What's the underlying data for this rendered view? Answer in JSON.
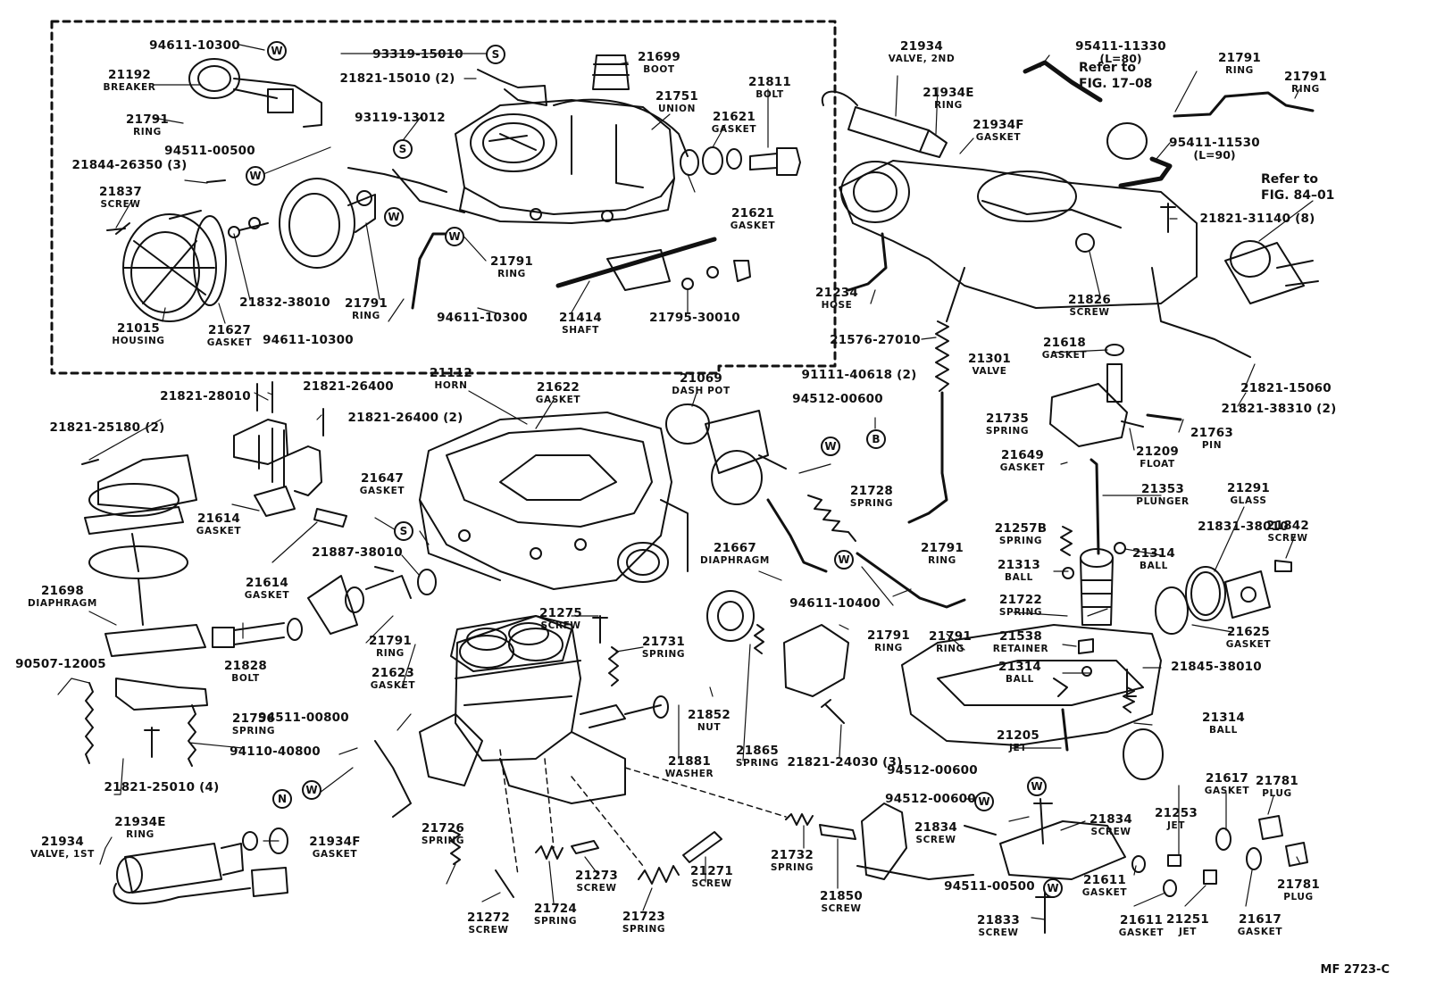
{
  "diagram_code": "MF 2723-C",
  "symbols": {
    "W": "W",
    "S": "S",
    "B": "B",
    "N": "N"
  },
  "refs": {
    "fig17": "Refer to\nFIG. 17–08",
    "fig84": "Refer to\nFIG. 84–01"
  },
  "labels": [
    {
      "pn": "94611-10300"
    },
    {
      "pn": "21192",
      "nm": "BREAKER"
    },
    {
      "pn": "21791",
      "nm": "RING"
    },
    {
      "pn": "21844-26350 (3)"
    },
    {
      "pn": "21837",
      "nm": "SCREW"
    },
    {
      "pn": "94511-00500"
    },
    {
      "pn": "21015",
      "nm": "HOUSING"
    },
    {
      "pn": "21627",
      "nm": "GASKET"
    },
    {
      "pn": "21832-38010"
    },
    {
      "pn": "21791",
      "nm": "RING"
    },
    {
      "pn": "94611-10300"
    },
    {
      "pn": "93319-15010"
    },
    {
      "pn": "21821-15010 (2)"
    },
    {
      "pn": "93119-13012"
    },
    {
      "pn": "21699",
      "nm": "BOOT"
    },
    {
      "pn": "21751",
      "nm": "UNION"
    },
    {
      "pn": "21811",
      "nm": "BOLT"
    },
    {
      "pn": "21621",
      "nm": "GASKET"
    },
    {
      "pn": "21621",
      "nm": "GASKET"
    },
    {
      "pn": "21791",
      "nm": "RING"
    },
    {
      "pn": "94611-10300"
    },
    {
      "pn": "21414",
      "nm": "SHAFT"
    },
    {
      "pn": "21795-30010"
    },
    {
      "pn": "21934",
      "nm": "VALVE, 2ND"
    },
    {
      "pn": "21934E",
      "nm": "RING"
    },
    {
      "pn": "95411-11330",
      "sub": "(L=80)"
    },
    {
      "pn": "21934F",
      "nm": "GASKET"
    },
    {
      "pn": "21791",
      "nm": "RING"
    },
    {
      "pn": "21791",
      "nm": "RING"
    },
    {
      "pn": "95411-11530",
      "sub": "(L=90)"
    },
    {
      "pn": "21821-31140 (8)"
    },
    {
      "pn": "21234",
      "nm": "HOSE"
    },
    {
      "pn": "21826",
      "nm": "SCREW"
    },
    {
      "pn": "21576-27010"
    },
    {
      "pn": "21301",
      "nm": "VALVE"
    },
    {
      "pn": "21618",
      "nm": "GASKET"
    },
    {
      "pn": "21821-15060"
    },
    {
      "pn": "21821-38310 (2)"
    },
    {
      "pn": "21112",
      "nm": "HORN"
    },
    {
      "pn": "21821-28010"
    },
    {
      "pn": "21821-26400"
    },
    {
      "pn": "21821-26400 (2)"
    },
    {
      "pn": "21622",
      "nm": "GASKET"
    },
    {
      "pn": "21069",
      "nm": "DASH POT"
    },
    {
      "pn": "91111-40618 (2)"
    },
    {
      "pn": "94512-00600"
    },
    {
      "pn": "21735",
      "nm": "SPRING"
    },
    {
      "pn": "21763",
      "nm": "PIN"
    },
    {
      "pn": "21209",
      "nm": "FLOAT"
    },
    {
      "pn": "21649",
      "nm": "GASKET"
    },
    {
      "pn": "21353",
      "nm": "PLUNGER"
    },
    {
      "pn": "21291",
      "nm": "GLASS"
    },
    {
      "pn": "21821-25180 (2)"
    },
    {
      "pn": "21614",
      "nm": "GASKET"
    },
    {
      "pn": "21614",
      "nm": "GASKET"
    },
    {
      "pn": "21647",
      "nm": "GASKET"
    },
    {
      "pn": "21887-38010"
    },
    {
      "pn": "21728",
      "nm": "SPRING"
    },
    {
      "pn": "21791",
      "nm": "RING"
    },
    {
      "pn": "21257B",
      "nm": "SPRING"
    },
    {
      "pn": "21831-38010"
    },
    {
      "pn": "21842",
      "nm": "SCREW"
    },
    {
      "pn": "21314",
      "nm": "BALL"
    },
    {
      "pn": "21313",
      "nm": "BALL"
    },
    {
      "pn": "21698",
      "nm": "DIAPHRAGM"
    },
    {
      "pn": "21667",
      "nm": "DIAPHRAGM"
    },
    {
      "pn": "94611-10400"
    },
    {
      "pn": "21722",
      "nm": "SPRING"
    },
    {
      "pn": "21625",
      "nm": "GASKET"
    },
    {
      "pn": "21275",
      "nm": "SCREW"
    },
    {
      "pn": "21731",
      "nm": "SPRING"
    },
    {
      "pn": "21791",
      "nm": "RING"
    },
    {
      "pn": "21828",
      "nm": "BOLT"
    },
    {
      "pn": "21623",
      "nm": "GASKET"
    },
    {
      "pn": "21791",
      "nm": "RING"
    },
    {
      "pn": "21791",
      "nm": "RING"
    },
    {
      "pn": "21538",
      "nm": "RETAINER"
    },
    {
      "pn": "21845-38010"
    },
    {
      "pn": "90507-12005"
    },
    {
      "pn": "21756",
      "nm": "SPRING"
    },
    {
      "pn": "94511-00800"
    },
    {
      "pn": "21852",
      "nm": "NUT"
    },
    {
      "pn": "21314",
      "nm": "BALL"
    },
    {
      "pn": "21314",
      "nm": "BALL"
    },
    {
      "pn": "21205",
      "nm": "JET"
    },
    {
      "pn": "94110-40800"
    },
    {
      "pn": "21881",
      "nm": "WASHER"
    },
    {
      "pn": "21865",
      "nm": "SPRING"
    },
    {
      "pn": "21821-24030 (3)"
    },
    {
      "pn": "94512-00600"
    },
    {
      "pn": "21821-25010 (4)"
    },
    {
      "pn": "21934E",
      "nm": "RING"
    },
    {
      "pn": "21934",
      "nm": "VALVE, 1ST"
    },
    {
      "pn": "21934F",
      "nm": "GASKET"
    },
    {
      "pn": "94512-00600"
    },
    {
      "pn": "21834",
      "nm": "SCREW"
    },
    {
      "pn": "21834",
      "nm": "SCREW"
    },
    {
      "pn": "21617",
      "nm": "GASKET"
    },
    {
      "pn": "21781",
      "nm": "PLUG"
    },
    {
      "pn": "21253",
      "nm": "JET"
    },
    {
      "pn": "21726",
      "nm": "SPRING"
    },
    {
      "pn": "21273",
      "nm": "SCREW"
    },
    {
      "pn": "21271",
      "nm": "SCREW"
    },
    {
      "pn": "21732",
      "nm": "SPRING"
    },
    {
      "pn": "21850",
      "nm": "SCREW"
    },
    {
      "pn": "21611",
      "nm": "GASKET"
    },
    {
      "pn": "21781",
      "nm": "PLUG"
    },
    {
      "pn": "94511-00500"
    },
    {
      "pn": "21272",
      "nm": "SCREW"
    },
    {
      "pn": "21724",
      "nm": "SPRING"
    },
    {
      "pn": "21723",
      "nm": "SPRING"
    },
    {
      "pn": "21833",
      "nm": "SCREW"
    },
    {
      "pn": "21611",
      "nm": "GASKET"
    },
    {
      "pn": "21251",
      "nm": "JET"
    },
    {
      "pn": "21617",
      "nm": "GASKET"
    }
  ]
}
